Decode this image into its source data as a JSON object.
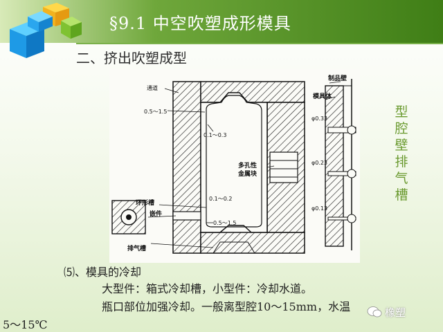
{
  "slide": {
    "title": "§9.1 中空吹塑成形模具",
    "subtitle": "二、挤出吹塑成型",
    "side_label": [
      "型",
      "腔",
      "壁",
      "排",
      "气",
      "槽"
    ],
    "body": {
      "line1": "⑸、模具的冷却",
      "line2": "大型件：箱式冷却槽，小型件：冷却水道。",
      "line3": "瓶口部位加强冷却。一般离型腔10～15mm，水温",
      "line4": "5～15℃"
    },
    "watermark": "橡塑"
  },
  "figure": {
    "labels": {
      "tongdao": "通道",
      "gap1": "0.5～1.5",
      "gap2": "0.1～0.3",
      "porous_1": "多孔性",
      "porous_2": "金属块",
      "ring_groove": "环形槽",
      "insert": "嵌件",
      "gap3": "0.1～0.2",
      "gap4": "0.5～1.5",
      "vent": "排气槽",
      "product_wall": "制品壁",
      "mold_body": "模具体",
      "d1": "φ0.33",
      "d2": "φ0.23",
      "d3": "φ0.13"
    }
  },
  "colors": {
    "header_dark": "#3f7e16",
    "accent": "#6a9a2f",
    "background": "#e6f0d6"
  }
}
